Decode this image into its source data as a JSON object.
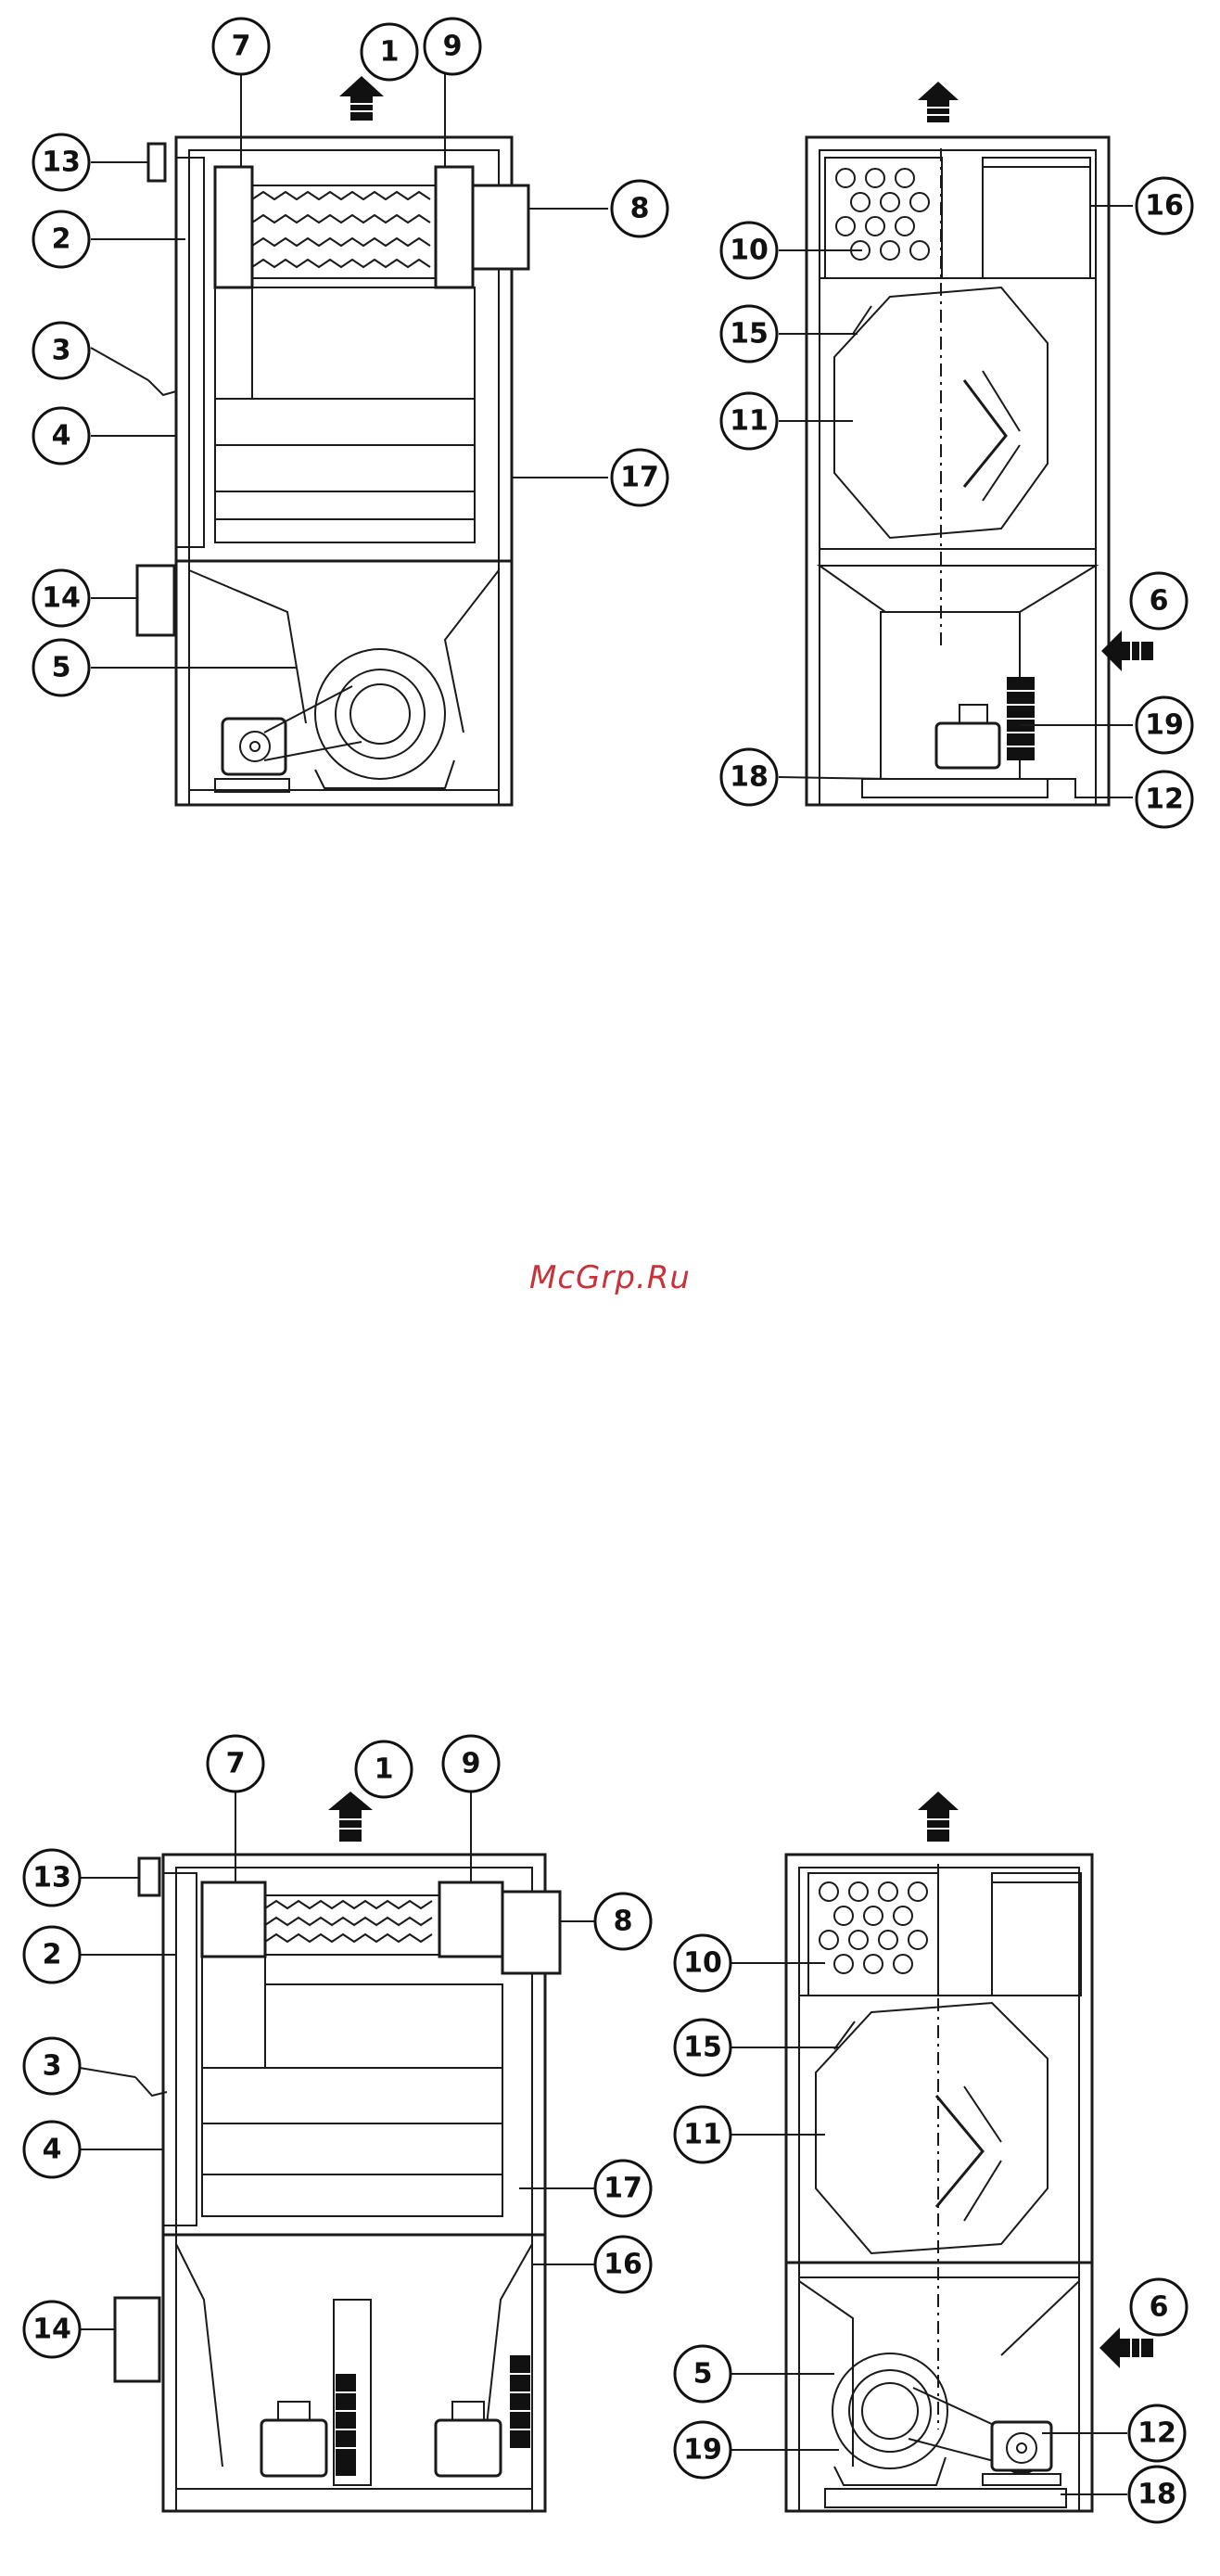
{
  "watermark": {
    "text": "McGrp.Ru",
    "color": "#c8323a"
  },
  "callouts": {
    "c1": "1",
    "c2": "2",
    "c3": "3",
    "c4": "4",
    "c5": "5",
    "c6": "6",
    "c7": "7",
    "c8": "8",
    "c9": "9",
    "c10": "10",
    "c11": "11",
    "c12": "12",
    "c13": "13",
    "c14": "14",
    "c15": "15",
    "c16": "16",
    "c17": "17",
    "c18": "18",
    "c19": "19"
  }
}
